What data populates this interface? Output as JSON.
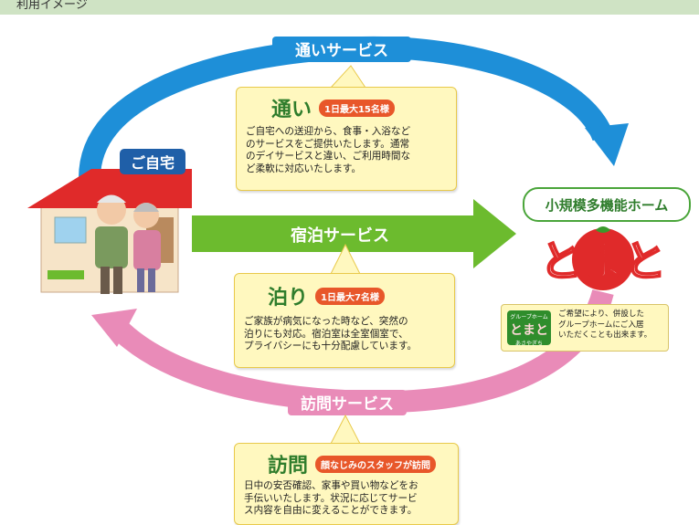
{
  "header": {
    "title": "利用イメージ"
  },
  "services": {
    "tsuu": {
      "label": "通いサービス"
    },
    "stay": {
      "label": "宿泊サービス"
    },
    "visit": {
      "label": "訪問サービス"
    }
  },
  "home": {
    "tag": "ご自宅"
  },
  "boxes": {
    "tsuu": {
      "title": "通い",
      "badge": "1日最大15名様",
      "lines": [
        "ご自宅への送迎から、食事・入浴など",
        "のサービスをご提供いたします。通常",
        "のデイサービスと違い、ご利用時間な",
        "ど柔軟に対応いたします。"
      ]
    },
    "stay": {
      "title": "泊り",
      "badge": "1日最大7名様",
      "lines": [
        "ご家族が病気になった時など、突然の",
        "泊りにも対応。宿泊室は全室個室で、",
        "プライバシーにも十分配慮しています。"
      ]
    },
    "visit": {
      "title": "訪問",
      "badge": "顔なじみのスタッフが訪問",
      "lines": [
        "日中の安否確認、家事や買い物などをお",
        "手伝いいたします。状況に応じてサービ",
        "ス内容を自由に変えることができます。"
      ]
    }
  },
  "facility": {
    "title": "小規模多機能ホーム",
    "name": "とまと"
  },
  "group_home": {
    "logo_top": "グループホーム",
    "logo_name": "とまと",
    "logo_sub": "あさやぎち",
    "lines": [
      "ご希望により、併設した",
      "グループホームにご入居",
      "いただくことも出来ます。"
    ]
  },
  "colors": {
    "blue": "#1e8fd8",
    "green": "#6cbb2e",
    "pink": "#e98bb8",
    "badge": "#e8572a",
    "box_bg": "#fff8bf"
  }
}
